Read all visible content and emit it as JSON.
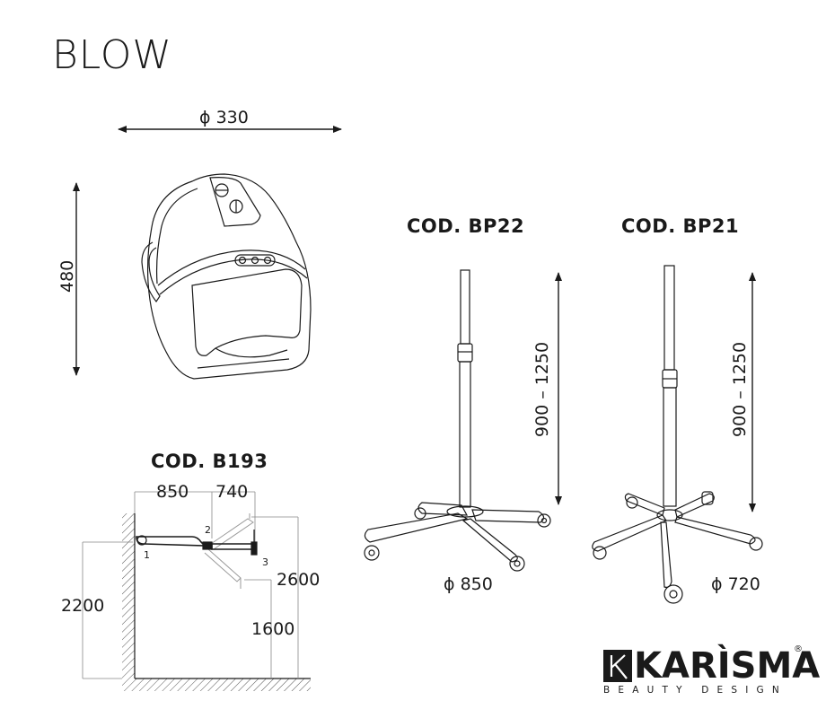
{
  "title": "BLOW",
  "dryer": {
    "diameter_label": "ϕ 330",
    "height_label": "480"
  },
  "stand_bp22": {
    "code": "COD. BP22",
    "height_label": "900 – 1250",
    "base_label": "ϕ 850"
  },
  "stand_bp21": {
    "code": "COD. BP21",
    "height_label": "900 – 1250",
    "base_label": "ϕ 720"
  },
  "wall_arm_b193": {
    "code": "COD. B193",
    "arm1_label": "850",
    "arm2_label": "740",
    "mount_height_label": "2200",
    "ceiling_height_label": "2600",
    "min_height_label": "1600",
    "joint_1": "1",
    "joint_2": "2",
    "joint_3": "3"
  },
  "logo": {
    "name": "KARÌSMA",
    "tagline": "BEAUTY DESIGN",
    "registered": "®",
    "monogram": "K"
  },
  "colors": {
    "line": "#1a1a1a",
    "dimension_line": "#222222",
    "ghost_line": "#9a9a9a"
  }
}
